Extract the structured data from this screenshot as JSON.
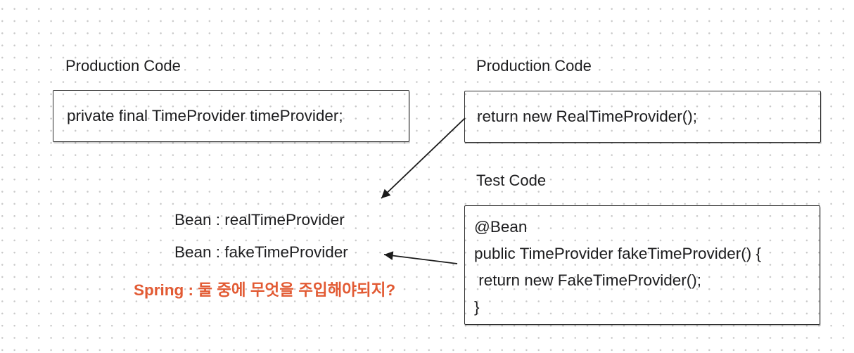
{
  "diagram": {
    "left_panel": {
      "label": "Production Code",
      "code": "private final TimeProvider timeProvider;"
    },
    "right_top_panel": {
      "label": "Production Code",
      "code": "return new RealTimeProvider();"
    },
    "right_bottom_panel": {
      "label": "Test Code",
      "code_lines": [
        "@Bean",
        "public TimeProvider fakeTimeProvider() {",
        " return new FakeTimeProvider();",
        "}"
      ]
    },
    "beans": {
      "real": "Bean : realTimeProvider",
      "fake": "Bean : fakeTimeProvider"
    },
    "question": "Spring : 둘 중에 무엇을 주입해야되지?"
  },
  "colors": {
    "accent": "#e25a33",
    "text": "#1d1d1f",
    "border": "#2b2b2b",
    "dot": "#c9c9c9",
    "background": "#ffffff"
  }
}
